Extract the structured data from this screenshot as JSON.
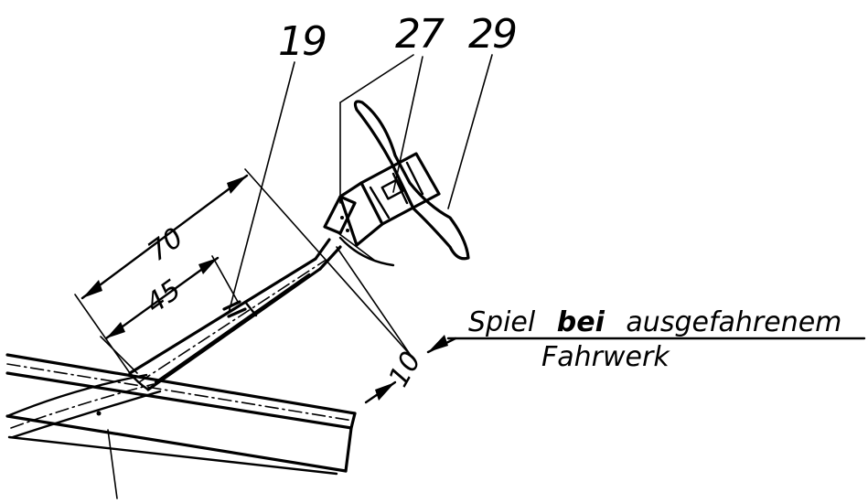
{
  "reference_numbers": {
    "ref_19": "19",
    "ref_27": "27",
    "ref_29": "29"
  },
  "dimensions": {
    "dim_70": "70",
    "dim_45": "45",
    "dim_10": "10"
  },
  "annotation": {
    "word1": "Spiel",
    "word2": "bei",
    "word3": "ausgefahrenem",
    "line2": "Fahrwerk"
  }
}
